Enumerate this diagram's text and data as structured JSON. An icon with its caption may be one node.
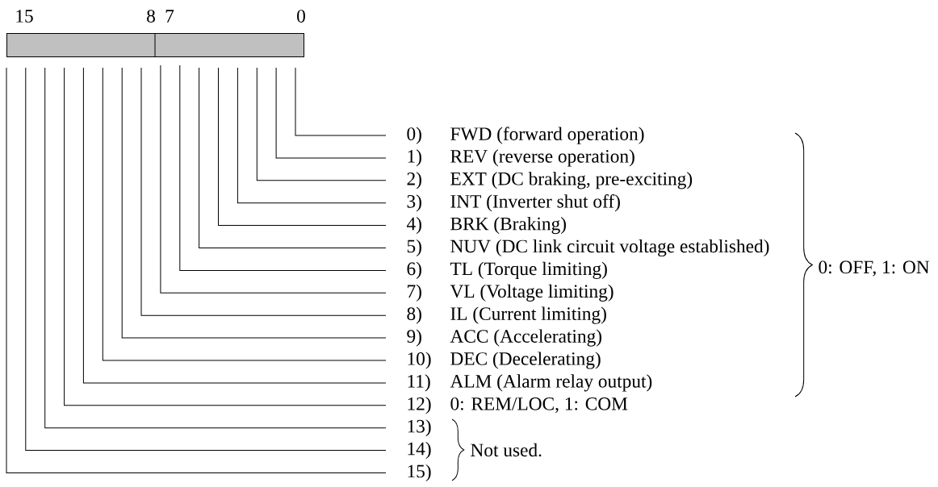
{
  "diagram": {
    "nodes": [
      {
        "text": [],
        "shape": "bar",
        "beside": [
          "15",
          "8",
          "7",
          "0"
        ]
      },
      {
        "text": [
          "0)",
          "FWD (forward operation)"
        ]
      },
      {
        "text": [
          "1)",
          "REV (reverse operation)"
        ]
      },
      {
        "text": [
          "2)",
          "EXT (DC braking, pre-exciting)"
        ]
      },
      {
        "text": [
          "3)",
          "INT (Inverter shut off)"
        ]
      },
      {
        "text": [
          "4)",
          "BRK (Braking)"
        ]
      },
      {
        "text": [
          "5)",
          "NUV (DC link circuit voltage established)"
        ]
      },
      {
        "text": [
          "6)",
          "TL (Torque limiting)"
        ]
      },
      {
        "text": [
          "7)",
          "VL (Voltage limiting)"
        ]
      },
      {
        "text": [
          "8)",
          "IL (Current limiting)"
        ]
      },
      {
        "text": [
          "9)",
          "ACC (Accelerating)"
        ]
      },
      {
        "text": [
          "10)",
          "DEC (Decelerating)"
        ]
      },
      {
        "text": [
          "11)",
          "ALM (Alarm relay output)"
        ]
      },
      {
        "text": [
          "12)",
          "0: REM/LOC, 1: COM"
        ]
      },
      {
        "text": [
          "13)"
        ]
      },
      {
        "text": [
          "14)"
        ]
      },
      {
        "text": [
          "15)"
        ]
      }
    ],
    "edges": [
      {
        "from": 0,
        "to": 1,
        "arrow": "none"
      },
      {
        "from": 0,
        "to": 2,
        "arrow": "none"
      },
      {
        "from": 0,
        "to": 3,
        "arrow": "none"
      },
      {
        "from": 0,
        "to": 4,
        "arrow": "none"
      },
      {
        "from": 0,
        "to": 5,
        "arrow": "none"
      },
      {
        "from": 0,
        "to": 6,
        "arrow": "none"
      },
      {
        "from": 0,
        "to": 7,
        "arrow": "none"
      },
      {
        "from": 0,
        "to": 8,
        "arrow": "none"
      },
      {
        "from": 0,
        "to": 9,
        "arrow": "none"
      },
      {
        "from": 0,
        "to": 10,
        "arrow": "none"
      },
      {
        "from": 0,
        "to": 11,
        "arrow": "none"
      },
      {
        "from": 0,
        "to": 12,
        "arrow": "none"
      },
      {
        "from": 0,
        "to": 13,
        "arrow": "none"
      },
      {
        "from": 0,
        "to": 14,
        "arrow": "none"
      },
      {
        "from": 0,
        "to": 15,
        "arrow": "none"
      },
      {
        "from": 0,
        "to": 16,
        "arrow": "none"
      }
    ],
    "labels": [
      "0: OFF, 1: ON",
      "Not used."
    ]
  }
}
